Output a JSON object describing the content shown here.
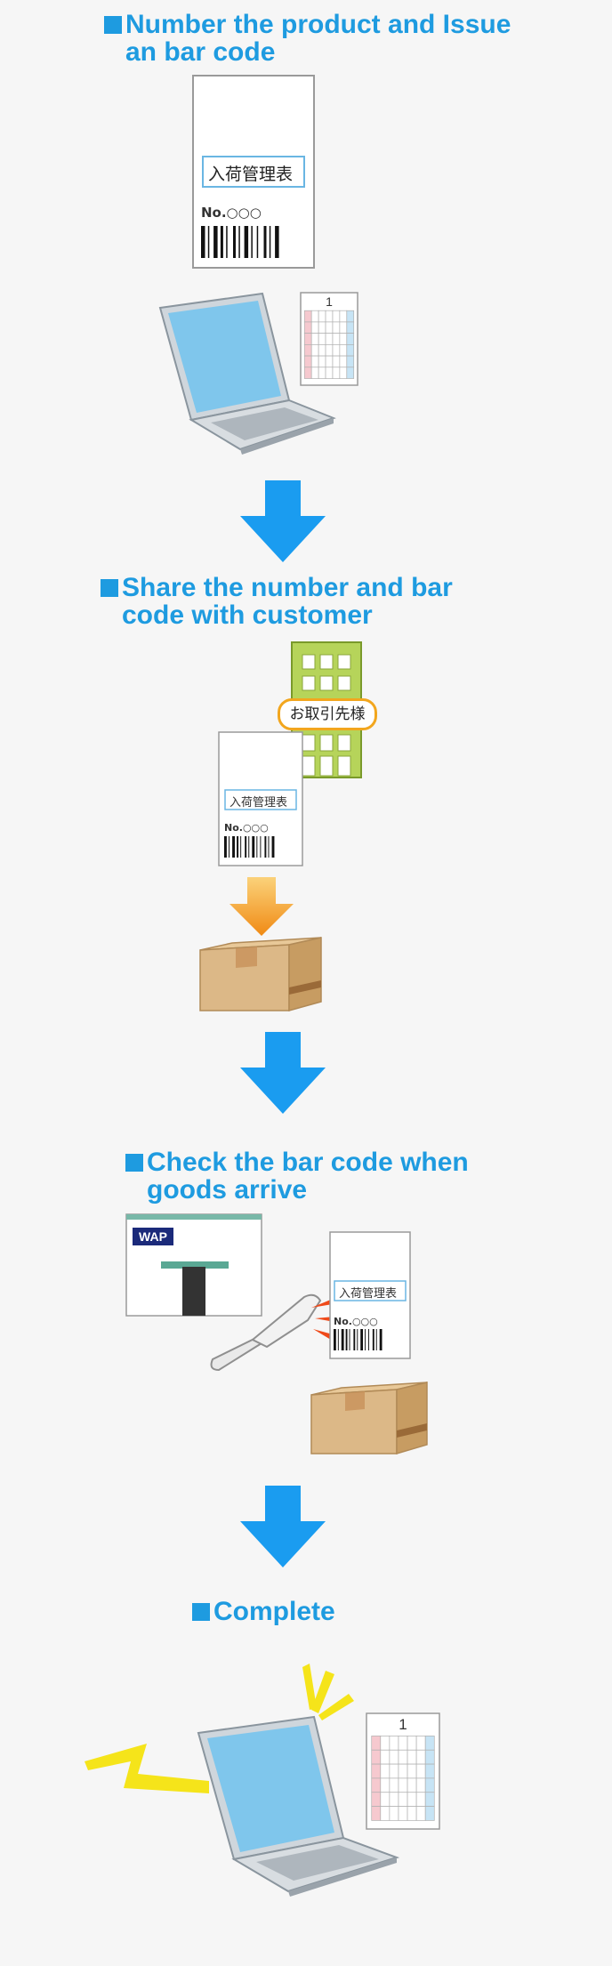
{
  "steps": [
    {
      "title_line1": "Number the product and Issue",
      "title_line2": "an bar code"
    },
    {
      "title_line1": "Share the number and bar",
      "title_line2": "code with customer"
    },
    {
      "title_line1": "Check the bar code when",
      "title_line2": "goods arrive"
    },
    {
      "title_line1": "Complete",
      "title_line2": ""
    }
  ],
  "sheet": {
    "label": "入荷管理表",
    "number": "No.○○○"
  },
  "building_sign": "お取引先様",
  "calendar_number": "1",
  "store_sign": "WAP",
  "colors": {
    "accent": "#1e9be0",
    "arrow": "#1a9cf0",
    "orange_arrow": "#f39a1e",
    "box": "#d9b483"
  },
  "icons": [
    "document-icon",
    "laptop-icon",
    "calendar-icon",
    "building-icon",
    "cardboard-box-icon",
    "store-icon",
    "barcode-scanner-icon",
    "down-arrow-icon",
    "sparkle-icon"
  ]
}
